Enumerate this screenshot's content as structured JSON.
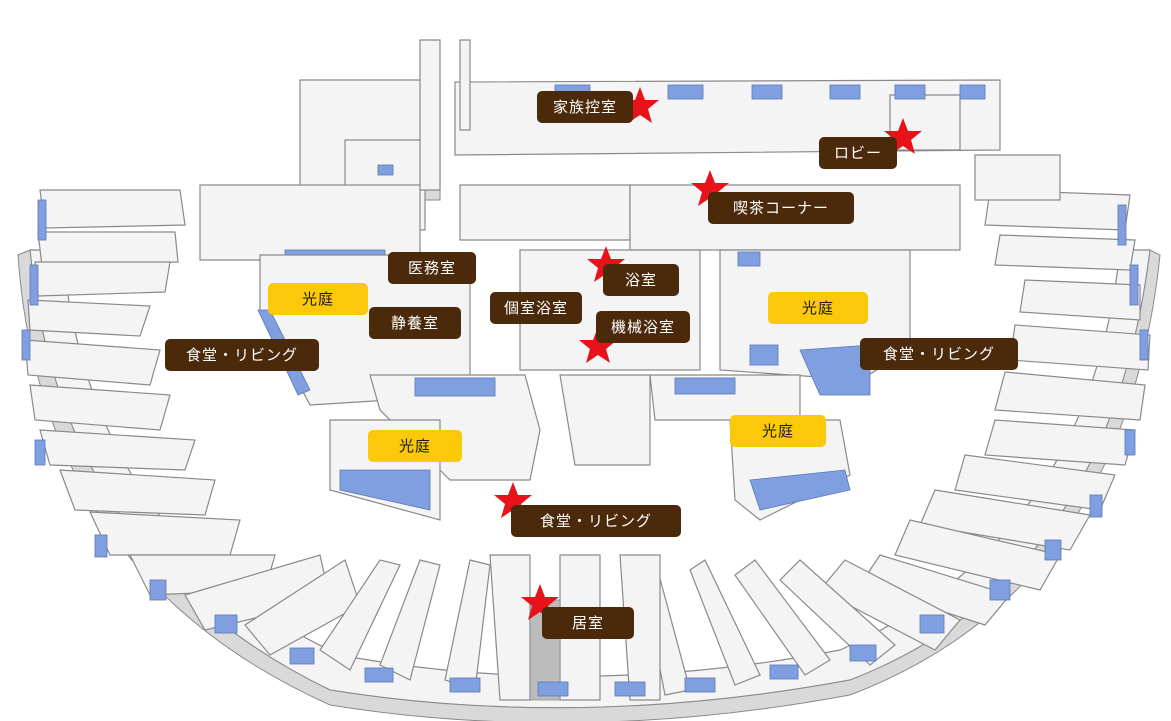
{
  "rooms": {
    "family_waiting": "家族控室",
    "lobby": "ロビー",
    "cafe_corner": "喫茶コーナー",
    "medical_office": "医務室",
    "bathroom": "浴室",
    "private_bath": "個室浴室",
    "machine_bath": "機械浴室",
    "rest_room": "静養室",
    "dining_left": "食堂・リビング",
    "dining_right": "食堂・リビング",
    "dining_center": "食堂・リビング",
    "resident_room": "居室"
  },
  "courtyards": {
    "left_top": "光庭",
    "right_top": "光庭",
    "left_bottom": "光庭",
    "right_bottom": "光庭"
  },
  "colors": {
    "label_dark": "#4b2a0c",
    "label_yellow": "#fcc80a",
    "star": "#e8121b",
    "glass": "#7f9fe0"
  },
  "icons": {
    "marker": "star-icon"
  }
}
